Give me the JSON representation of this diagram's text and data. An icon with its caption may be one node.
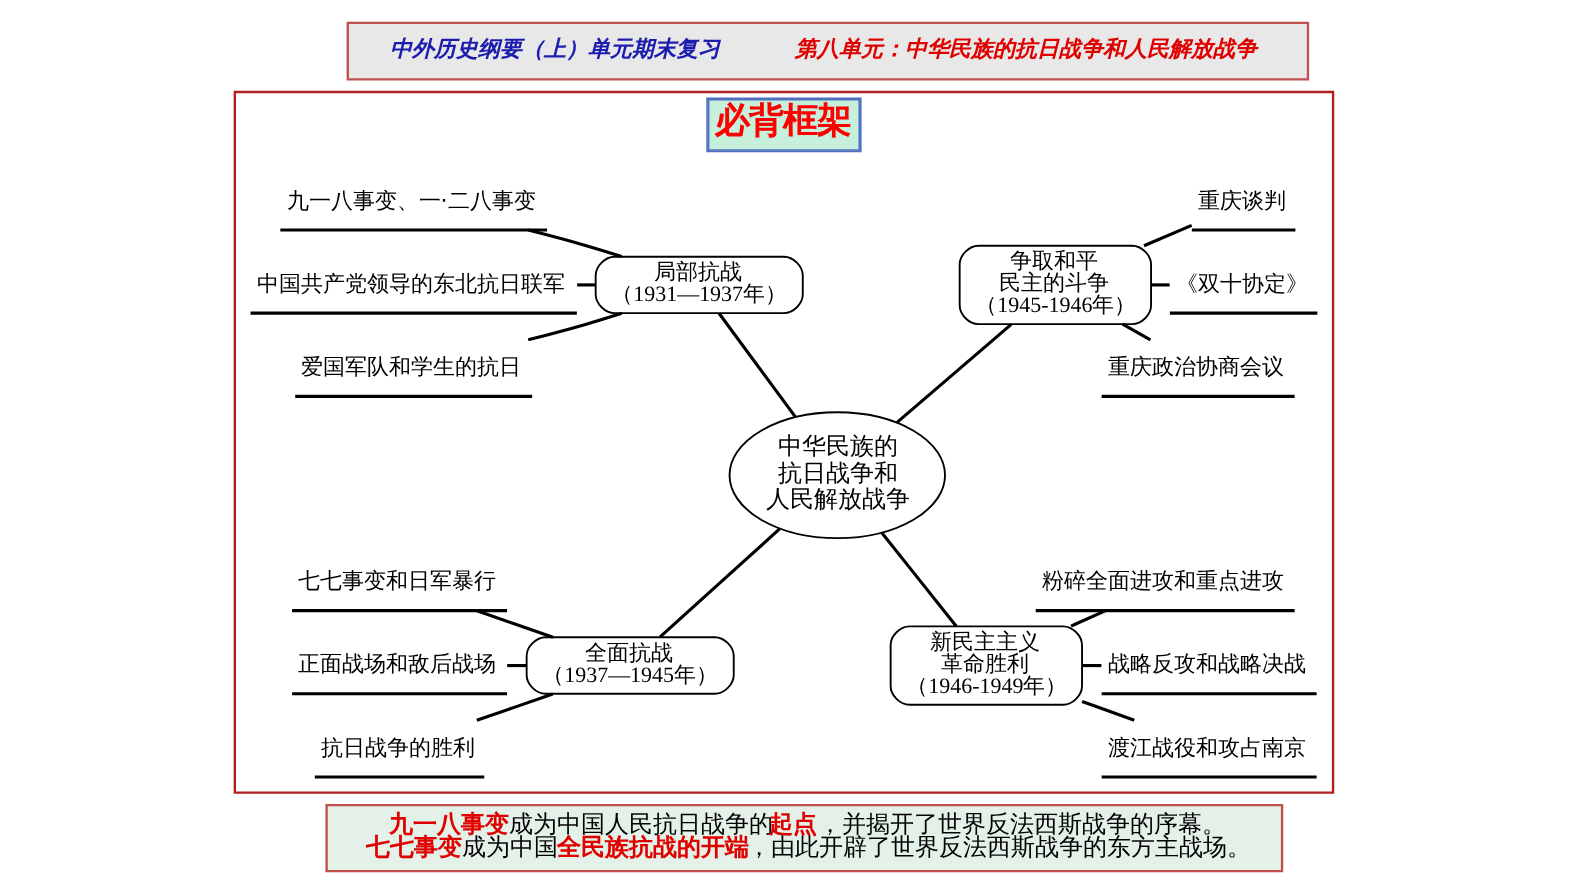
{
  "diagram": {
    "nodes": [
      {
        "text": [
          "中外历史纲要（上）单元期末复习",
          "第八单元：中华民族的抗日战争和人民解放战争"
        ]
      },
      {
        "text": [
          "必背框架"
        ]
      },
      {
        "text": [
          "九一八事变、一·二八事变"
        ],
        "in": 1
      },
      {
        "text": [
          "中国共产党领导的东北抗日联军"
        ],
        "in": 1
      },
      {
        "text": [
          "爱国军队和学生的抗日"
        ],
        "in": 1
      },
      {
        "text": [
          "局部抗战",
          "（1931—1937年）"
        ],
        "in": 1
      },
      {
        "text": [
          "中华民族的抗日战争和人民解放战争"
        ],
        "in": 1
      },
      {
        "text": [
          "争取和平民主的斗争",
          "（1945-1946年）"
        ],
        "in": 1
      },
      {
        "text": [
          "重庆谈判"
        ],
        "in": 1
      },
      {
        "text": [
          "《双十协定》"
        ],
        "in": 1
      },
      {
        "text": [
          "重庆政治协商会议"
        ],
        "in": 1
      },
      {
        "text": [
          "七七事变和日军暴行"
        ],
        "in": 1
      },
      {
        "text": [
          "正面战场和敌后战场"
        ],
        "in": 1
      },
      {
        "text": [
          "抗日战争的胜利"
        ],
        "in": 1
      },
      {
        "text": [
          "全面抗战",
          "（1937—1945年）"
        ],
        "in": 1
      },
      {
        "text": [
          "新民主主义革命胜利",
          "（1946-1949年）"
        ],
        "in": 1
      },
      {
        "text": [
          "粉碎全面进攻和重点进攻"
        ],
        "in": 1
      },
      {
        "text": [
          "战略反攻和战略决战"
        ],
        "in": 1
      },
      {
        "text": [
          "渡江战役和攻占南京"
        ],
        "in": 1
      },
      {
        "text": [
          "**九一八事变**成为中国人民抗日战争的**起点**，并揭开了世界反法西斯战争的序幕。",
          "**七七事变**成为中国**全民族抗战的开端**，由此开辟了世界反法西斯战争的东方主战场。"
        ]
      }
    ],
    "edges": [
      {
        "from": 2,
        "to": 5,
        "arrow": "none"
      },
      {
        "from": 3,
        "to": 5,
        "arrow": "none"
      },
      {
        "from": 5,
        "to": 4,
        "arrow": "none"
      },
      {
        "from": 5,
        "to": 6,
        "arrow": "none"
      },
      {
        "from": 7,
        "to": 6,
        "arrow": "none"
      },
      {
        "from": 8,
        "to": 7,
        "arrow": "none"
      },
      {
        "from": 7,
        "to": 9,
        "arrow": "none"
      },
      {
        "from": 7,
        "to": 10,
        "arrow": "none"
      },
      {
        "from": 11,
        "to": 14,
        "arrow": "none"
      },
      {
        "from": 12,
        "to": 14,
        "arrow": "none"
      },
      {
        "from": 14,
        "to": 13,
        "arrow": "none"
      },
      {
        "from": 6,
        "to": 14,
        "arrow": "none"
      },
      {
        "from": 6,
        "to": 15,
        "arrow": "none"
      },
      {
        "from": 16,
        "to": 15,
        "arrow": "none"
      },
      {
        "from": 15,
        "to": 17,
        "arrow": "none"
      },
      {
        "from": 15,
        "to": 18,
        "arrow": "none"
      }
    ]
  }
}
